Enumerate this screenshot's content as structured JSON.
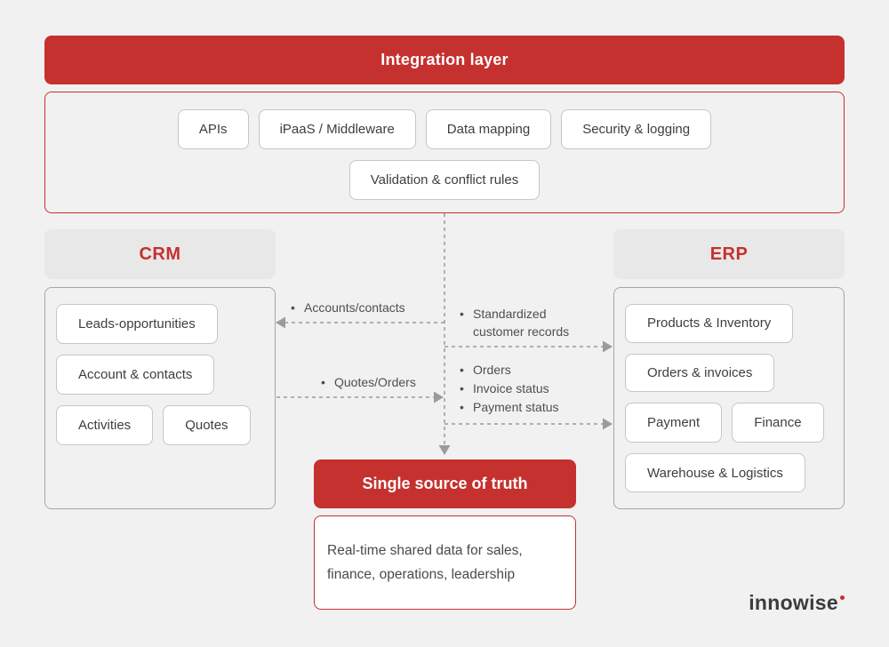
{
  "colors": {
    "accent_red": "#c5312e",
    "header_gray": "#e8e8e8",
    "page_background": "#f1f1f2",
    "dashed_line_gray": "#9b9b9b",
    "chip_border": "#c6c6c6"
  },
  "integration": {
    "title": "Integration layer",
    "chips_row1": [
      "APIs",
      "iPaaS / Middleware",
      "Data mapping",
      "Security & logging"
    ],
    "chips_row2": [
      "Validation & conflict rules"
    ]
  },
  "crm": {
    "title": "CRM",
    "chips": [
      "Leads-opportunities",
      "Account & contacts",
      "Activities",
      "Quotes"
    ]
  },
  "erp": {
    "title": "ERP",
    "chips": [
      "Products & Inventory",
      "Orders & invoices",
      "Payment",
      "Finance",
      "Warehouse & Logistics"
    ]
  },
  "connectors": {
    "to_crm": {
      "label": "Accounts/contacts"
    },
    "to_erp_records": {
      "label": "Standardized customer records"
    },
    "from_crm": {
      "label": "Quotes/Orders"
    },
    "to_erp_status": {
      "items": [
        "Orders",
        "Invoice status",
        "Payment status"
      ]
    }
  },
  "ssot": {
    "title": "Single source of truth",
    "description": "Real-time shared data for sales, finance, operations, leadership"
  },
  "logo": {
    "text": "innowise"
  }
}
